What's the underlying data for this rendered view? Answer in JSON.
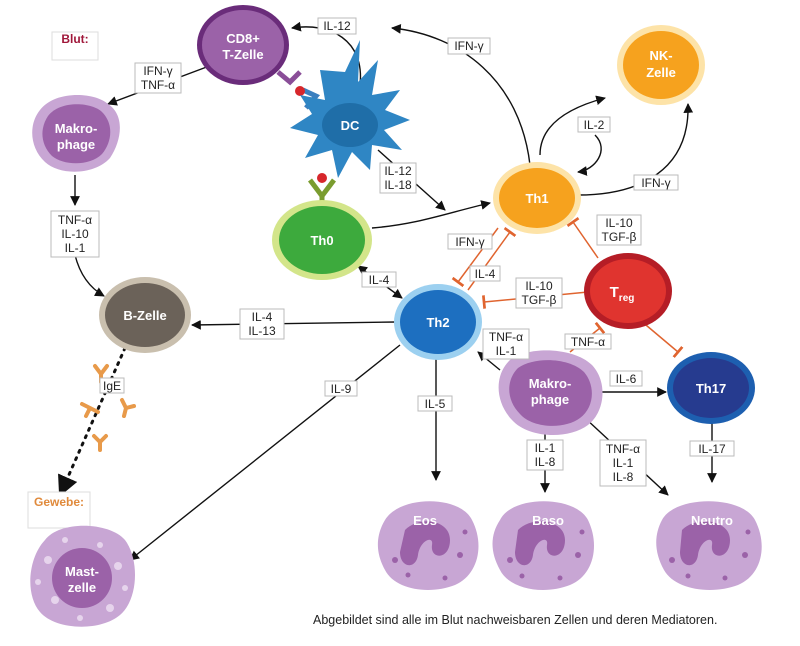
{
  "sections": {
    "blood": "Blut:",
    "tissue": "Gewebe:"
  },
  "cells": {
    "cd8_line1": "CD8+",
    "cd8_line2": "T-Zelle",
    "dc": "DC",
    "macrophage_top_line1": "Makro-",
    "macrophage_top_line2": "phage",
    "b_cell": "B-Zelle",
    "mast_line1": "Mast-",
    "mast_line2": "zelle",
    "th0": "Th0",
    "th1": "Th1",
    "th2": "Th2",
    "th17": "Th17",
    "treg_main": "T",
    "treg_sub": "reg",
    "nk_line1": "NK-",
    "nk_line2": "Zelle",
    "macrophage_bottom_line1": "Makro-",
    "macrophage_bottom_line2": "phage",
    "eos": "Eos",
    "baso": "Baso",
    "neutro": "Neutro"
  },
  "mediators": {
    "il12_top": "IL-12",
    "ifng_top": "IFN-γ",
    "ifng_cd8_mac_1": "IFN-γ",
    "ifng_cd8_mac_2": "TNF-α",
    "mac_b_1": "TNF-α",
    "mac_b_2": "IL-10",
    "mac_b_3": "IL-1",
    "ige": "IgE",
    "dc_th1_1": "IL-12",
    "dc_th1_2": "IL-18",
    "il2": "IL-2",
    "ifng_nk": "IFN-γ",
    "treg_th1_1": "IL-10",
    "treg_th1_2": "TGF-β",
    "ifng_th1_th2": "IFN-γ",
    "il4_th2_th1": "IL-4",
    "treg_th2_1": "IL-10",
    "treg_th2_2": "TGF-β",
    "il4_th0_th2": "IL-4",
    "th2_b_1": "IL-4",
    "th2_b_2": "IL-13",
    "il9": "IL-9",
    "il5": "IL-5",
    "mac_th2_1": "TNF-α",
    "mac_th2_2": "IL-1",
    "tnfa_mac_treg": "TNF-α",
    "il6": "IL-6",
    "il17": "IL-17",
    "mac_baso_1": "IL-1",
    "mac_baso_2": "IL-8",
    "mac_neutro_1": "TNF-α",
    "mac_neutro_2": "IL-1",
    "mac_neutro_3": "IL-8"
  },
  "caption": "Abgebildet sind alle im Blut nachweisbaren Zellen und deren Mediatoren.",
  "colors": {
    "blood_label": "#a0173a",
    "tissue_label": "#e08a3c",
    "purple": "#9b62a8",
    "purple_light": "#c8a6d4",
    "dc_blue": "#2f86c4",
    "th0_green": "#3daa3d",
    "th1_orange": "#f6a21e",
    "th2_blue": "#1d6fc0",
    "th17_navy": "#263b8f",
    "treg_red": "#e0342f",
    "b_cell": "#6b6259",
    "inhibit": "#e0642f"
  }
}
